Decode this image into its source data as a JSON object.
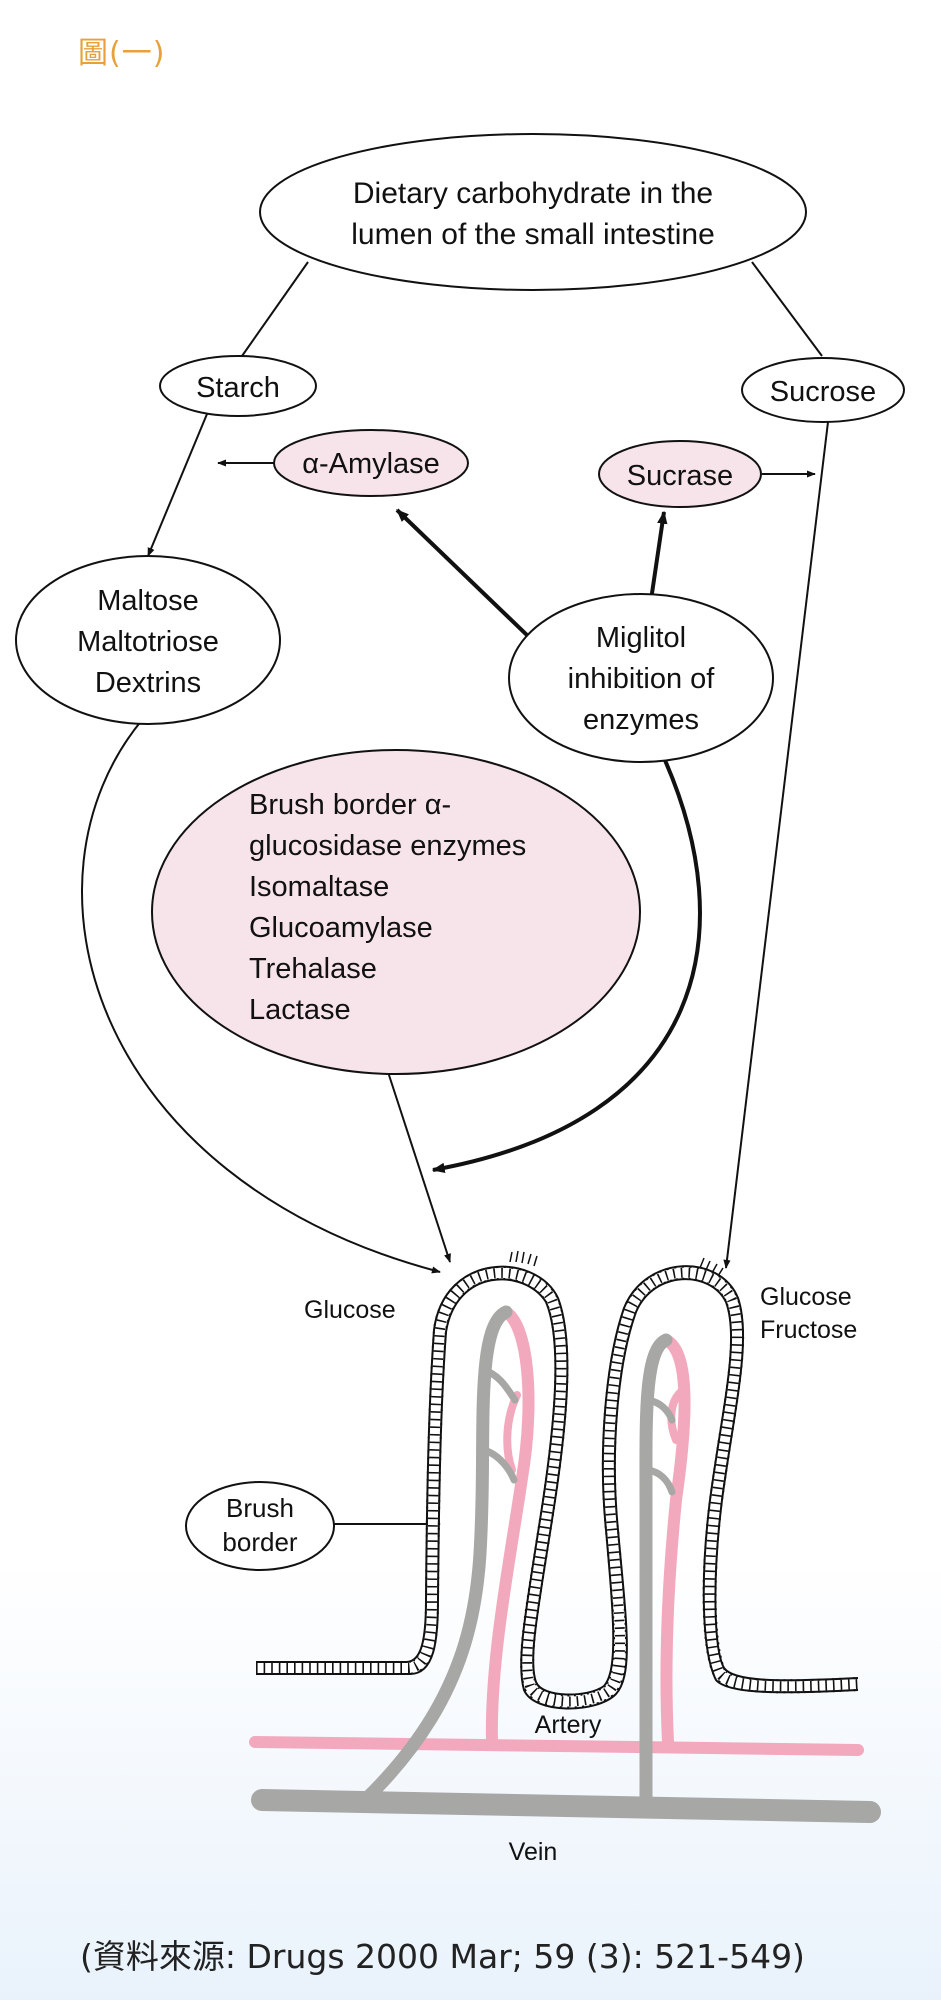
{
  "figure_label": "圖(一)",
  "nodes": {
    "dietary": [
      "Dietary carbohydrate in the",
      "lumen of the small intestine"
    ],
    "starch": "Starch",
    "sucrose": "Sucrose",
    "amylase": "α-Amylase",
    "sucrase": "Sucrase",
    "maltose": [
      "Maltose",
      "Maltotriose",
      "Dextrins"
    ],
    "miglitol": [
      "Miglitol",
      "inhibition of",
      "enzymes"
    ],
    "brush_enzymes": [
      "Brush border α-",
      "glucosidase enzymes",
      "Isomaltase",
      "Glucoamylase",
      "Trehalase",
      "Lactase"
    ],
    "brush_border": [
      "Brush",
      "border"
    ]
  },
  "labels": {
    "glucose": "Glucose",
    "glucose_fructose": [
      "Glucose",
      "Fructose"
    ],
    "artery": "Artery",
    "vein": "Vein"
  },
  "source": "(資料來源: Drugs 2000 Mar; 59 (3): 521-549)",
  "colors": {
    "enzyme_fill": "#f6e4ea",
    "artery": "#f2a9bd",
    "vein": "#a7a7a5",
    "label": "#e8a13a"
  }
}
